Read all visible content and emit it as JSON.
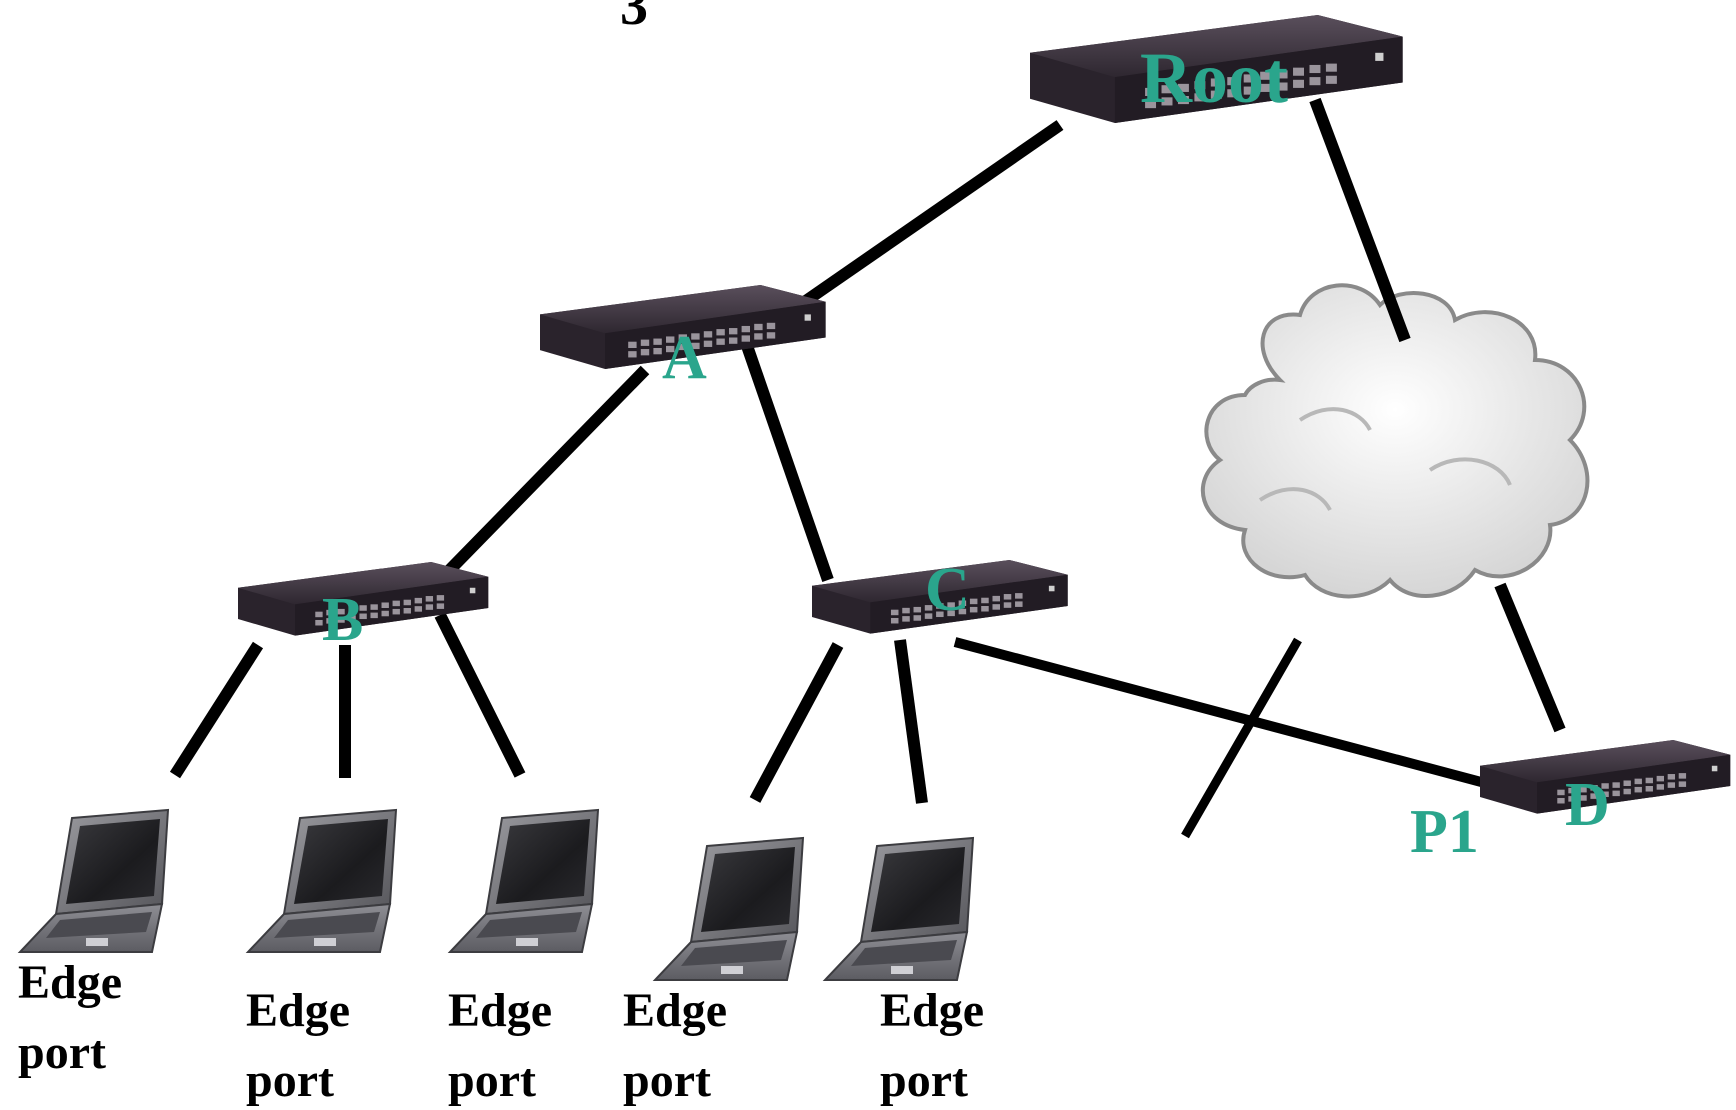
{
  "top_fragment": "3",
  "switches": {
    "root": {
      "label": "Root"
    },
    "a": {
      "label": "A"
    },
    "b": {
      "label": "B"
    },
    "c": {
      "label": "C"
    },
    "d": {
      "label": "D"
    }
  },
  "port_label": "P1",
  "edge_ports": [
    {
      "line1": "Edge",
      "line2": "port"
    },
    {
      "line1": "Edge",
      "line2": "port"
    },
    {
      "line1": "Edge",
      "line2": "port"
    },
    {
      "line1": "Edge",
      "line2": "port"
    },
    {
      "line1": "Edge",
      "line2": "port"
    }
  ],
  "colors": {
    "label_teal": "#2aa58c",
    "switch_body": "#3d3540",
    "link": "#000000",
    "cloud_fill": "#f4f4f4",
    "cloud_stroke": "#8a8a8a"
  }
}
